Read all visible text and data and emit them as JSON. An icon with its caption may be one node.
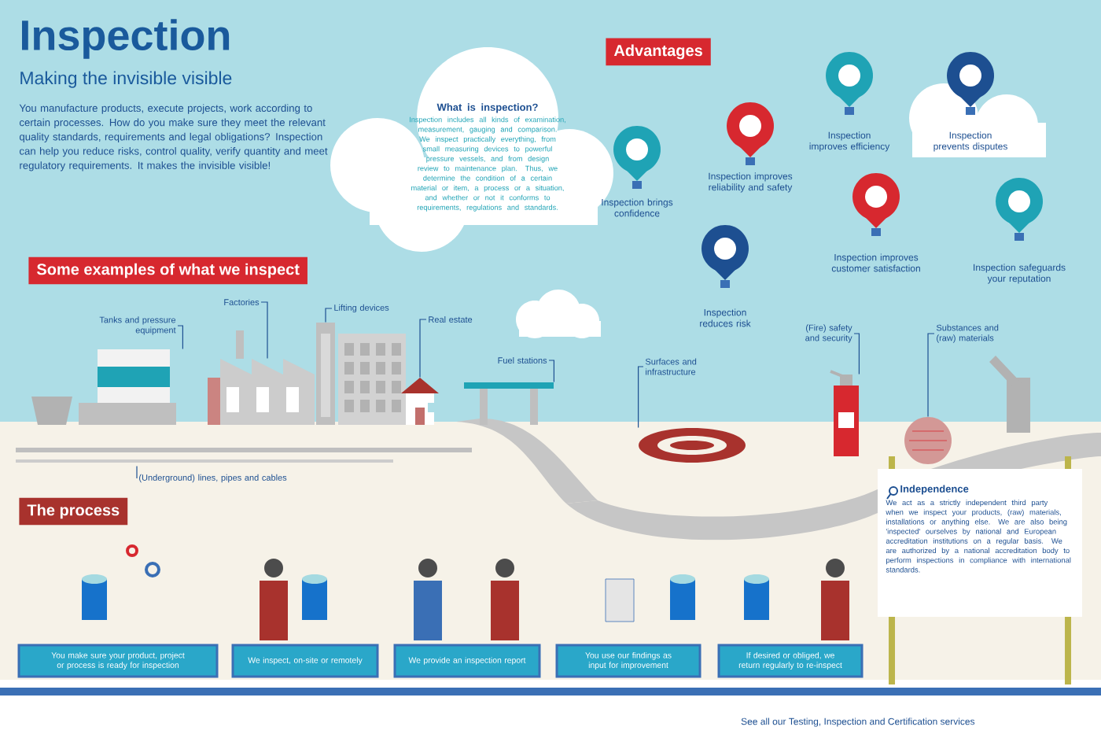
{
  "diagram": {
    "title": "Inspection",
    "nodes": [
      {
        "text": [
          "Advantages"
        ]
      },
      {
        "text": [
          "What is inspection?",
          "Inspection includes all kinds of examination, measurement, gauging and comparison. We inspect practically everything, from small measuring devices to powerful pressure vessels, and from design review to maintenance plan. Thus, we determine the condition of a certain material or item, a process or a situation, and whether or not it conforms to requirements, regulations and standards."
        ]
      },
      {
        "text": [
          "Inspection brings confidence"
        ]
      },
      {
        "text": [
          "Inspection improves reliability and safety"
        ]
      },
      {
        "text": [
          "Inspection improves efficiency"
        ]
      },
      {
        "text": [
          "Inspection prevents disputes"
        ]
      },
      {
        "text": [
          "Inspection reduces risk"
        ]
      },
      {
        "text": [
          "Inspection improves customer satisfaction"
        ]
      },
      {
        "text": [
          "Inspection safeguards your reputation"
        ]
      },
      {
        "text": [
          "Some examples of what we inspect"
        ]
      },
      {
        "text": [
          "Tanks and pressure equipment"
        ]
      },
      {
        "text": [
          "Factories"
        ]
      },
      {
        "text": [
          "Lifting devices"
        ]
      },
      {
        "text": [
          "Real estate"
        ]
      },
      {
        "text": [
          "Fuel stations"
        ]
      },
      {
        "text": [
          "Surfaces and infrastructure"
        ]
      },
      {
        "text": [
          "(Fire) safety and security"
        ]
      },
      {
        "text": [
          "Substances and (raw) materials"
        ]
      },
      {
        "text": [
          "(Underground) lines, pipes and cables"
        ]
      },
      {
        "text": [
          "The process"
        ]
      },
      {
        "text": [
          "You make sure your product, project or process is ready for inspection"
        ]
      },
      {
        "text": [
          "We inspect, on-site or remotely"
        ]
      },
      {
        "text": [
          "We provide an inspection report"
        ]
      },
      {
        "text": [
          "You use our findings as input for improvement"
        ]
      },
      {
        "text": [
          "If desired or obliged, we return regularly to re-inspect"
        ]
      },
      {
        "text": [
          "Independence",
          "We act as a strictly independent third party when we inspect your products, (raw) materials, installations or anything else. We are also being 'inspected' ourselves by national and European accreditation institutions on a regular basis. We are authorized by a national accreditation body to perform inspections in compliance with international standards."
        ]
      },
      {
        "text": [],
        "shape": "picture"
      },
      {
        "text": [],
        "shape": "picture"
      },
      {
        "text": [],
        "shape": "picture"
      },
      {
        "text": [],
        "shape": "picture"
      },
      {
        "text": [],
        "shape": "picture"
      },
      {
        "text": [],
        "shape": "picture"
      },
      {
        "text": [],
        "shape": "picture"
      },
      {
        "text": [],
        "shape": "picture"
      },
      {
        "text": [],
        "shape": "picture"
      }
    ],
    "edges": [
      {
        "from": 10,
        "to": 26,
        "arrow": "none"
      },
      {
        "from": 11,
        "to": 27,
        "arrow": "none"
      },
      {
        "from": 12,
        "to": 28,
        "arrow": "none"
      },
      {
        "from": 13,
        "to": 29,
        "arrow": "none"
      },
      {
        "from": 14,
        "to": 30,
        "arrow": "none"
      },
      {
        "from": 15,
        "to": 31,
        "arrow": "none"
      },
      {
        "from": 16,
        "to": 32,
        "arrow": "none"
      },
      {
        "from": 17,
        "to": 33,
        "arrow": "none"
      },
      {
        "from": 18,
        "to": 34,
        "arrow": "none"
      }
    ],
    "labels": [
      "Making the invisible visible",
      "You manufacture products, execute projects, work according to certain processes. How do you make sure they meet the relevant quality standards, requirements and legal obligations? Inspection can help you reduce risks, control quality, verify quantity and meet regulatory requirements. It makes the invisible visible!",
      "See all our Testing, Inspection and Certification services"
    ]
  }
}
